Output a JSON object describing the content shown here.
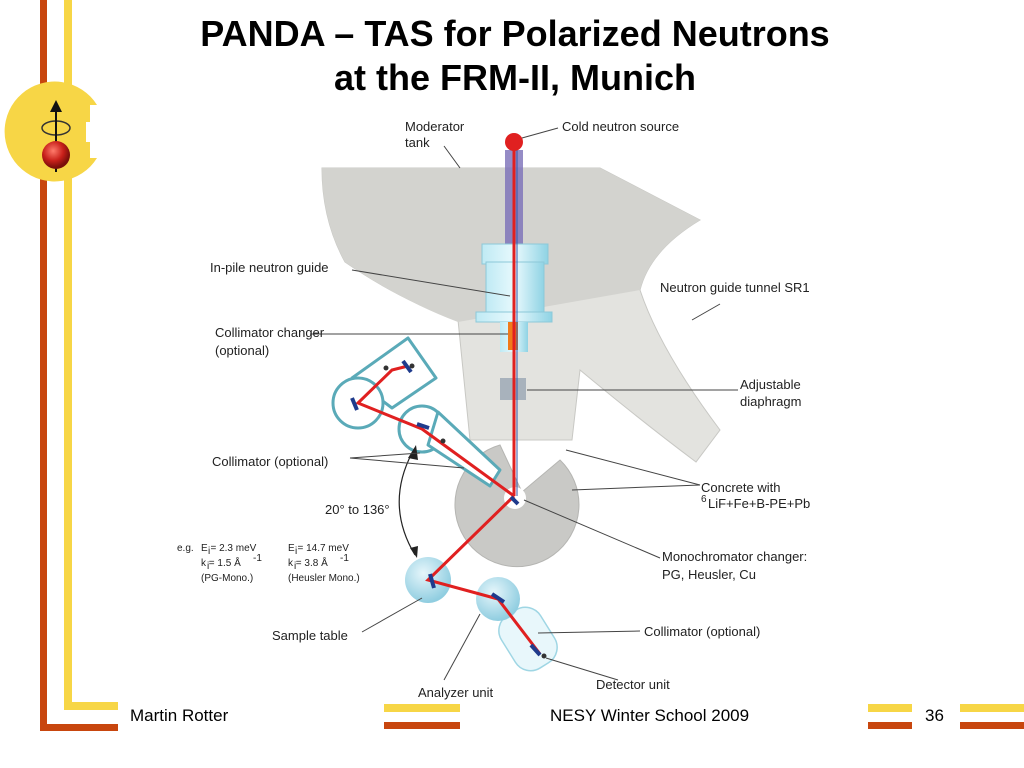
{
  "title": {
    "line1": "PANDA – TAS for Polarized Neutrons",
    "line2": "at the FRM-II, Munich"
  },
  "labels": {
    "moderator_tank": [
      "Moderator",
      "tank"
    ],
    "cold_source": "Cold neutron source",
    "inpile_guide": "In-pile neutron guide",
    "guide_tunnel": "Neutron guide tunnel SR1",
    "collimator_changer": [
      "Collimator changer",
      "(optional)"
    ],
    "adjustable_diaphragm": [
      "Adjustable",
      "diaphragm"
    ],
    "collimator_optional_1": "Collimator (optional)",
    "concrete": [
      "Concrete with",
      "LiF+Fe+B-PE+Pb"
    ],
    "concrete_superscript": "6",
    "angle": "20° to 136°",
    "mono_changer": [
      "Monochromator changer:",
      "PG, Heusler, Cu"
    ],
    "sample_table": "Sample table",
    "collimator_optional_2": "Collimator (optional)",
    "analyzer_unit": "Analyzer unit",
    "detector_unit": "Detector unit"
  },
  "example": {
    "prefix": "e.g.",
    "pg": {
      "energy": "E = 2.3 meV",
      "energy_sub": "i",
      "wavevector": "k = 1.5 Å",
      "wavevector_sub": "i",
      "wavevector_sup": "-1",
      "name": "(PG-Mono.)"
    },
    "heusler": {
      "energy": "E = 14.7 meV",
      "energy_sub": "i",
      "wavevector": "k = 3.8 Å",
      "wavevector_sub": "i",
      "wavevector_sup": "-1",
      "name": "(Heusler Mono.)"
    }
  },
  "footer": {
    "author": "Martin Rotter",
    "event": "NESY Winter School 2009",
    "page": "36"
  },
  "colors": {
    "orange": "#c8460e",
    "yellow": "#f7d646",
    "beam": "#e02020",
    "concrete": "#d0d0cc",
    "guide": "#9fdbe8",
    "sample": "#a8dcea"
  }
}
